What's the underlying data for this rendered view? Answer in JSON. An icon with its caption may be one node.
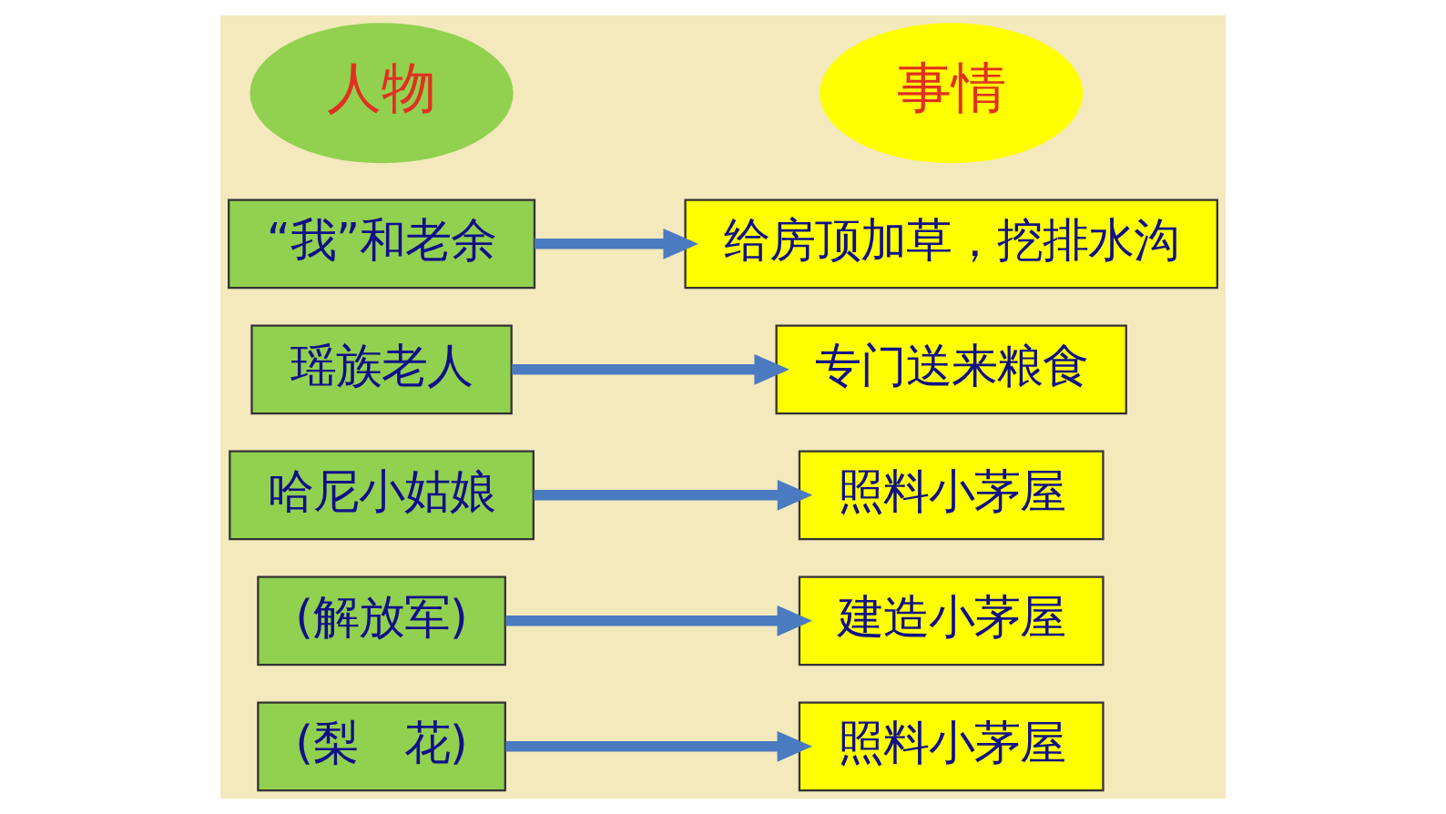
{
  "diagram": {
    "nodes": [
      {
        "text": [
          "人物"
        ]
      },
      {
        "text": [
          "事情"
        ]
      },
      {
        "text": [
          "“我”和老余"
        ]
      },
      {
        "text": [
          "给房顶加草，挖排水沟"
        ]
      },
      {
        "text": [
          "瑶族老人"
        ]
      },
      {
        "text": [
          "专门送来粮食"
        ]
      },
      {
        "text": [
          "哈尼小姑娘"
        ]
      },
      {
        "text": [
          "照料小茅屋"
        ]
      },
      {
        "text": [
          "(解放军)"
        ]
      },
      {
        "text": [
          "建造小茅屋"
        ]
      },
      {
        "text": [
          "(梨　花)"
        ]
      },
      {
        "text": [
          "照料小茅屋"
        ]
      }
    ],
    "edges": [
      {
        "from": 2,
        "to": 3,
        "arrow": "to"
      },
      {
        "from": 4,
        "to": 5,
        "arrow": "to"
      },
      {
        "from": 6,
        "to": 7,
        "arrow": "to"
      },
      {
        "from": 8,
        "to": 9,
        "arrow": "to"
      },
      {
        "from": 10,
        "to": 11,
        "arrow": "to"
      }
    ]
  }
}
